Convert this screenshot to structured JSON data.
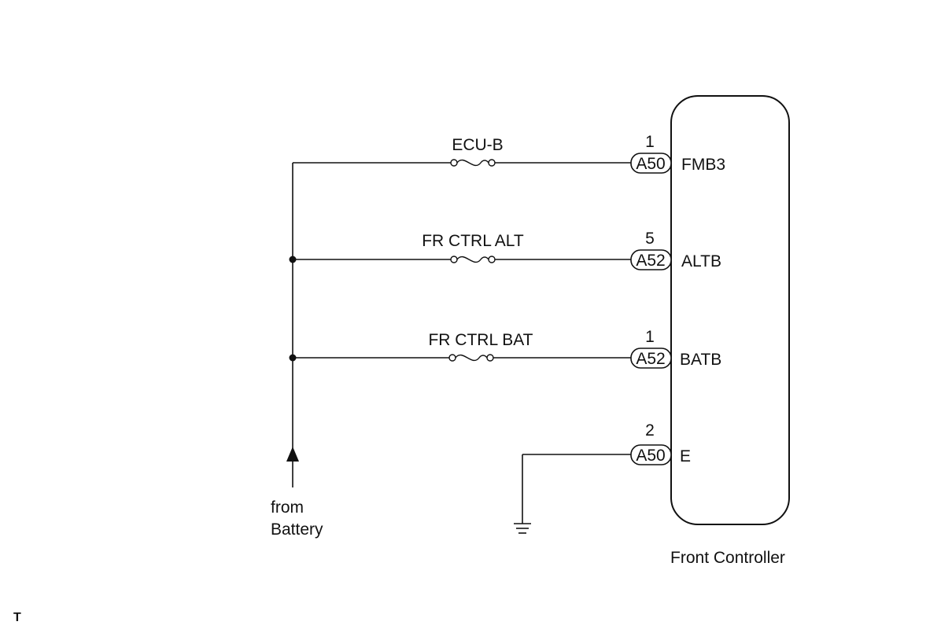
{
  "diagram": {
    "component_name": "Front Controller",
    "source_label_line1": "from",
    "source_label_line2": "Battery",
    "corner_mark": "T",
    "circuits": [
      {
        "fuse": "ECU-B",
        "pin": "1",
        "connector": "A50",
        "terminal": "FMB3"
      },
      {
        "fuse": "FR CTRL ALT",
        "pin": "5",
        "connector": "A52",
        "terminal": "ALTB"
      },
      {
        "fuse": "FR CTRL BAT",
        "pin": "1",
        "connector": "A52",
        "terminal": "BATB"
      }
    ],
    "ground": {
      "pin": "2",
      "connector": "A50",
      "terminal": "E"
    }
  }
}
